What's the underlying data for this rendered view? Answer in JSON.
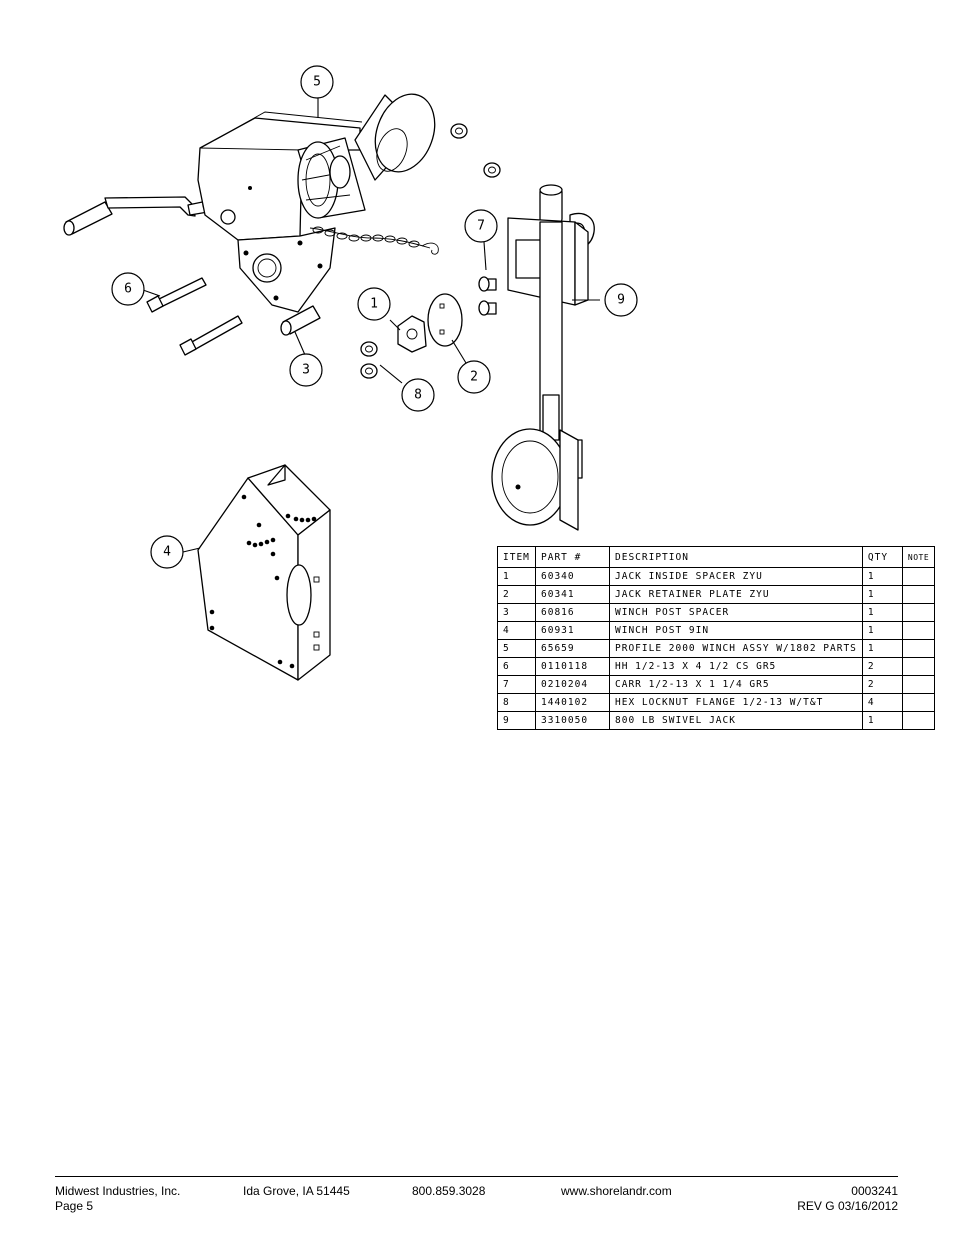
{
  "callouts": [
    "5",
    "6",
    "3",
    "1",
    "2",
    "8",
    "7",
    "9",
    "4"
  ],
  "table": {
    "headers": [
      "ITEM",
      "PART #",
      "DESCRIPTION",
      "QTY",
      "NOTE"
    ],
    "rows": [
      [
        "1",
        "60340",
        "JACK INSIDE SPACER ZYU",
        "1",
        ""
      ],
      [
        "2",
        "60341",
        "JACK RETAINER PLATE ZYU",
        "1",
        ""
      ],
      [
        "3",
        "60816",
        "WINCH POST SPACER",
        "1",
        ""
      ],
      [
        "4",
        "60931",
        "WINCH POST 9IN",
        "1",
        ""
      ],
      [
        "5",
        "65659",
        "PROFILE 2000 WINCH ASSY W/1802 PARTS",
        "1",
        ""
      ],
      [
        "6",
        "0110118",
        "HH 1/2-13 X 4 1/2 CS GR5",
        "2",
        ""
      ],
      [
        "7",
        "0210204",
        "CARR 1/2-13 X 1 1/4 GR5",
        "2",
        ""
      ],
      [
        "8",
        "1440102",
        "HEX LOCKNUT FLANGE 1/2-13 W/T&T",
        "4",
        ""
      ],
      [
        "9",
        "3310050",
        "800 LB SWIVEL JACK",
        "1",
        ""
      ]
    ]
  },
  "footer": {
    "company": "Midwest Industries, Inc.",
    "address": "Ida Grove, IA 51445",
    "phone": "800.859.3028",
    "website": "www.shorelandr.com",
    "doc_number": "0003241",
    "page": "Page 5",
    "revision": "REV G  03/16/2012"
  }
}
